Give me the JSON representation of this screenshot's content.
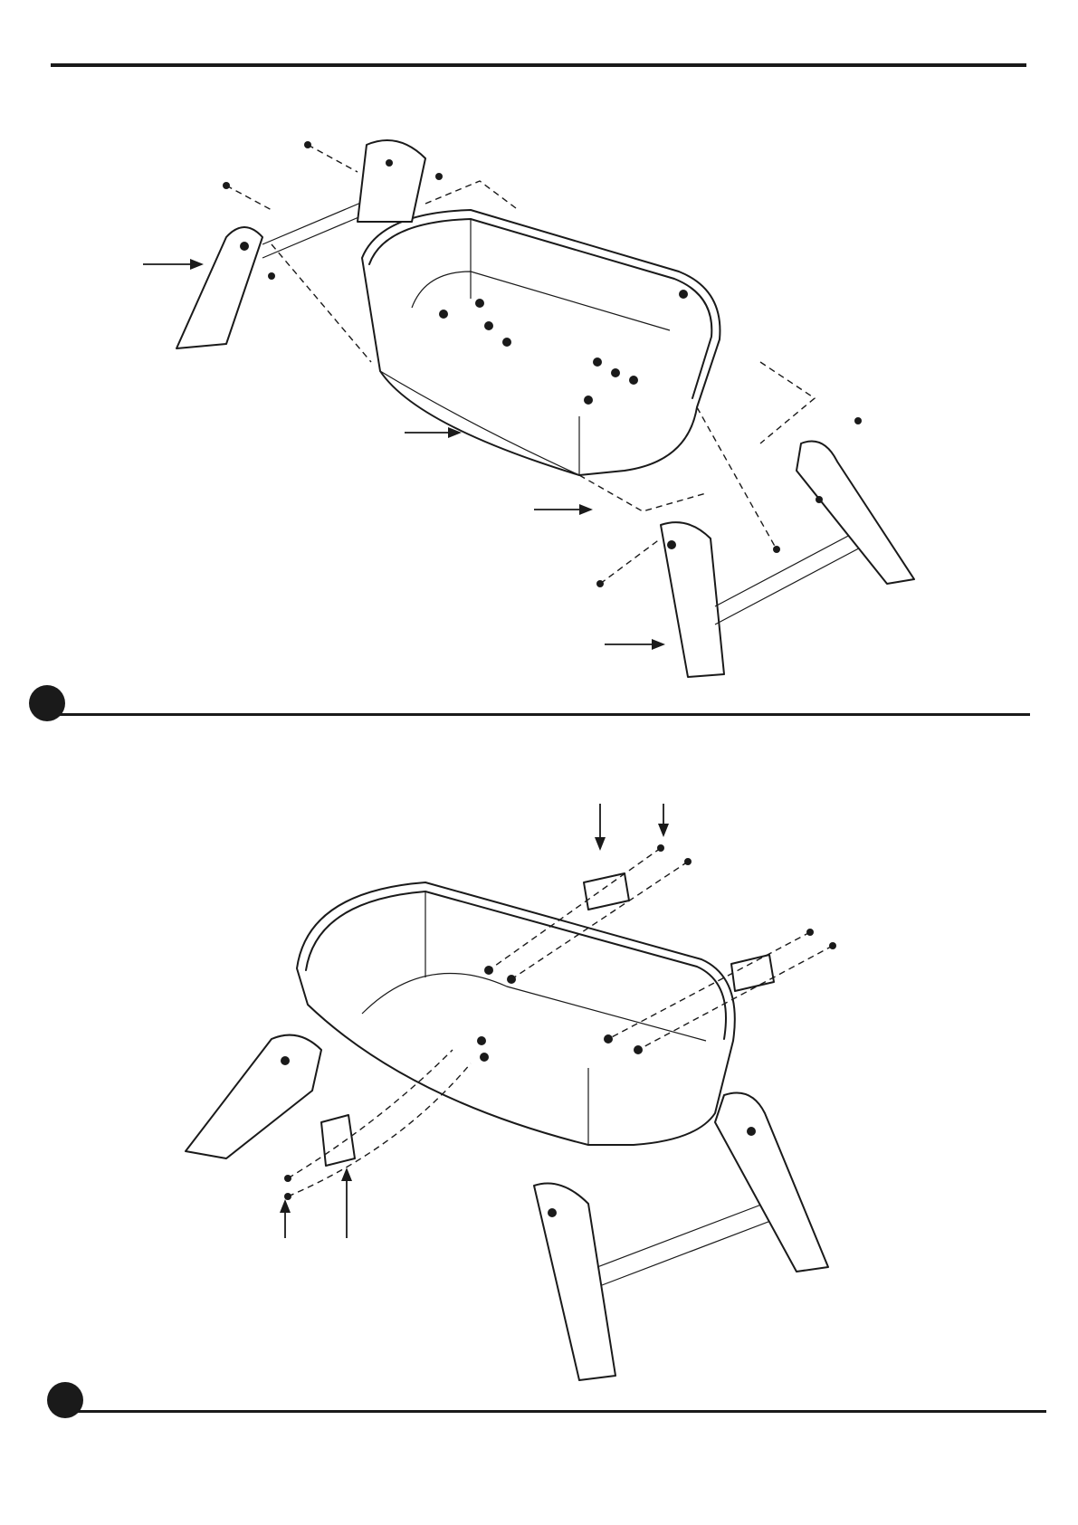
{
  "page": {
    "background": "#ffffff",
    "ink": "#1a1a1a",
    "steps": [
      {
        "name": "step-1",
        "marker_icon": "step-marker-dot"
      },
      {
        "name": "step-2",
        "marker_icon": "step-marker-dot"
      }
    ]
  }
}
